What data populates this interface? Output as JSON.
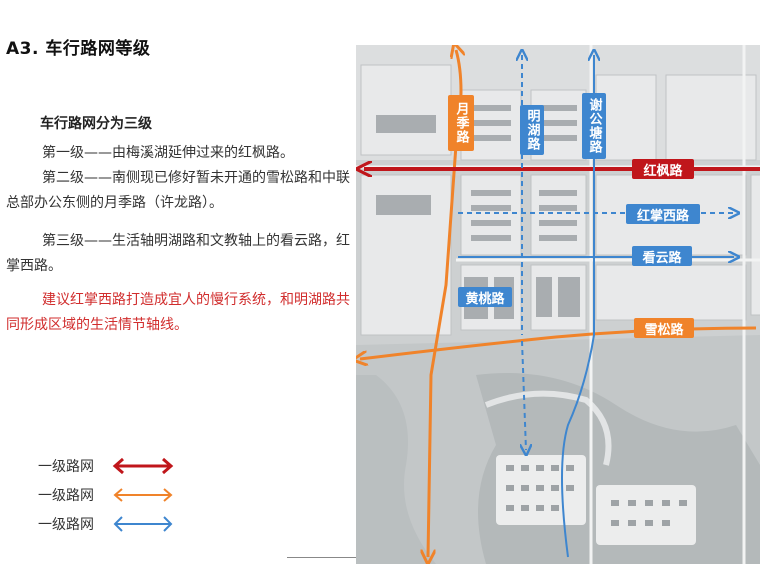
{
  "title": "A3. 车行路网等级",
  "subheading": "车行路网分为三级",
  "paragraphs": [
    "第一级——由梅溪湖延伸过来的红枫路。",
    "第二级——南侧现已修好暂未开通的雪松路和中联总部办公东侧的月季路（许龙路）。",
    "第三级——生活轴明湖路和文教轴上的看云路，红掌西路。",
    "建议红掌西路打造成宜人的慢行系统，和明湖路共同形成区域的生活情节轴线。"
  ],
  "legend": [
    {
      "label": "一级路网",
      "color": "#c0161b"
    },
    {
      "label": "一级路网",
      "color": "#f0832a"
    },
    {
      "label": "一级路网",
      "color": "#3e86cf"
    }
  ],
  "roads": {
    "hongfeng": {
      "label": "红枫路",
      "color": "#c0161b"
    },
    "xuesong": {
      "label": "雪松路",
      "color": "#f0832a"
    },
    "yueji": {
      "label": "月季路",
      "color": "#f0832a"
    },
    "minghu": {
      "label": "明湖路",
      "color": "#3e86cf"
    },
    "xiegong": {
      "label": "谢公塘路",
      "color": "#3e86cf"
    },
    "hongzhangxi": {
      "label": "红掌西路",
      "color": "#3e86cf"
    },
    "kanyun": {
      "label": "看云路",
      "color": "#3e86cf"
    },
    "huangtao": {
      "label": "黄桃路",
      "color": "#3e86cf"
    }
  }
}
